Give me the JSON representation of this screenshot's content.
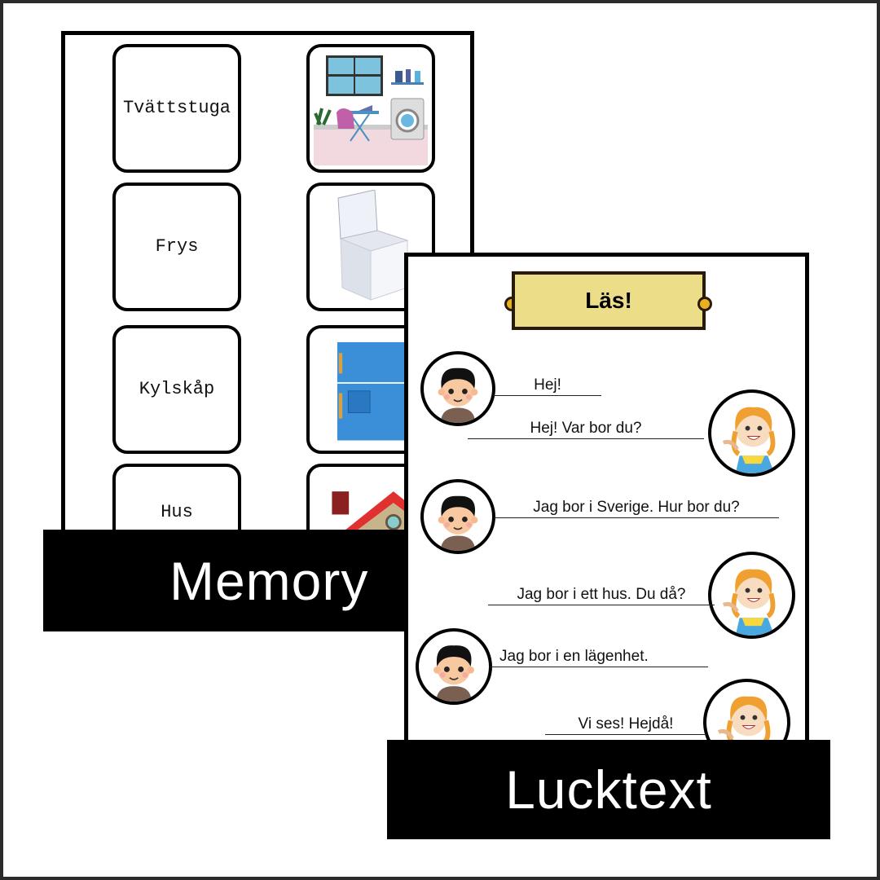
{
  "memory": {
    "banner": "Memory",
    "words": [
      "Tvättstuga",
      "Frys",
      "Kylskåp",
      "Hus"
    ],
    "pictures": [
      "laundry-room-picture",
      "chest-freezer-picture",
      "fridge-picture",
      "house-picture"
    ]
  },
  "lucktext": {
    "banner": "Lucktext",
    "title": "Läs!",
    "dialog": [
      {
        "speaker": "boy",
        "text": "Hej!"
      },
      {
        "speaker": "girl",
        "text": "Hej! Var bor du?"
      },
      {
        "speaker": "boy",
        "text": "Jag bor i Sverige. Hur bor du?"
      },
      {
        "speaker": "girl",
        "text": "Jag bor i ett hus. Du då?"
      },
      {
        "speaker": "boy",
        "text": "Jag bor i en lägenhet."
      },
      {
        "speaker": "girl",
        "text": "Vi ses! Hejdå!"
      }
    ]
  },
  "colors": {
    "title_fill": "#ecdd88",
    "knob": "#e8b020",
    "banner": "#000000"
  }
}
